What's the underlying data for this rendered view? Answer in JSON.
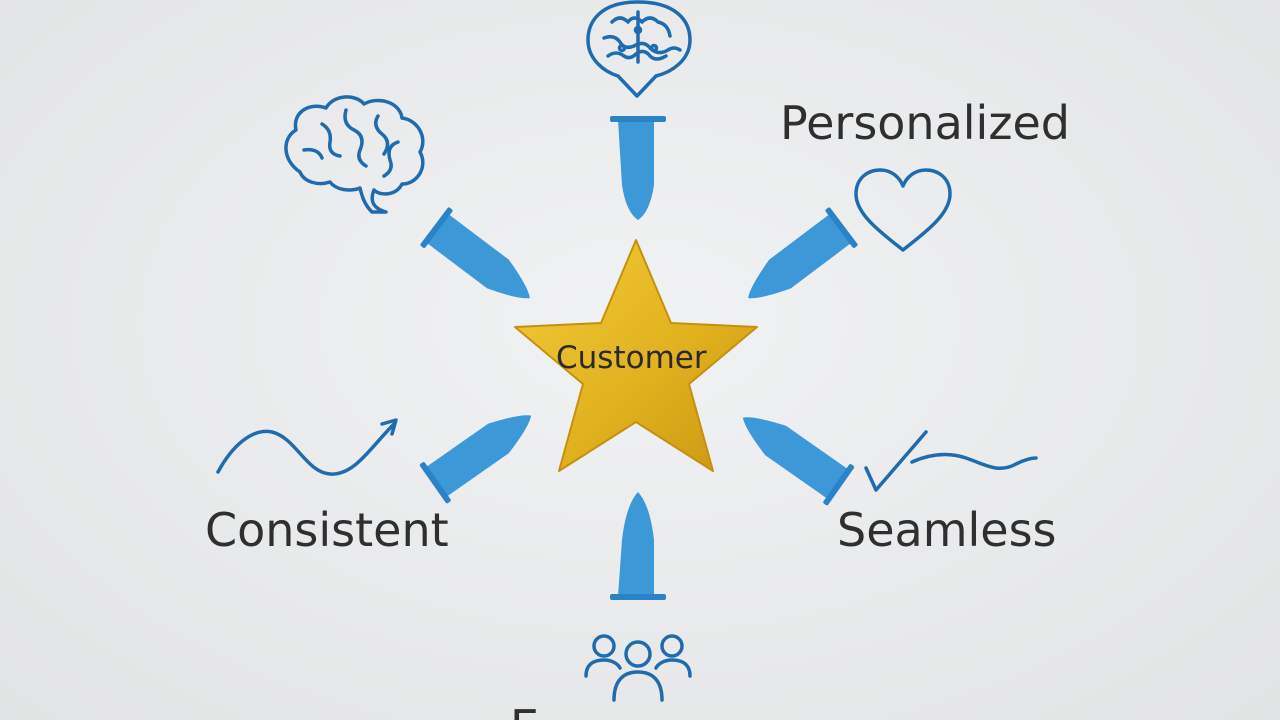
{
  "diagram": {
    "center_label": "Customer",
    "labels": {
      "personalized": "Personalized",
      "consistent": "Consistent",
      "seamless": "Seamless",
      "bottom": "E"
    },
    "icons": {
      "top": "brain-speech-bubble-icon",
      "top_left": "brain-icon",
      "right": "heart-icon",
      "left": "wave-arrow-icon",
      "bottom_right": "checkmark-wave-icon",
      "bottom": "people-group-icon"
    },
    "colors": {
      "star": "#e8b820",
      "arrow": "#3d98d8",
      "icon": "#1e6bb0",
      "text": "#2f2f2f"
    }
  }
}
